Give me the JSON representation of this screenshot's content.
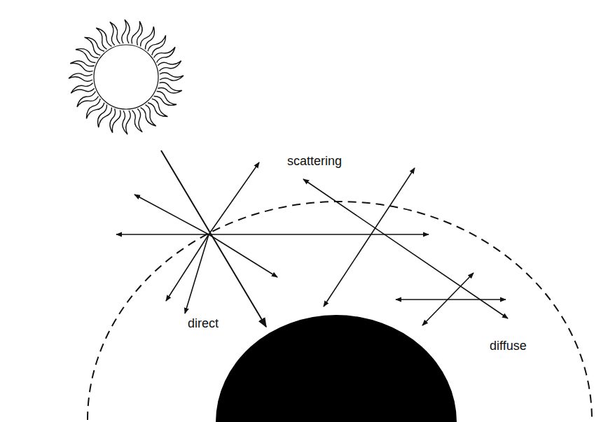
{
  "diagram": {
    "labels": [
      "scattering",
      "direct",
      "diffuse"
    ]
  }
}
